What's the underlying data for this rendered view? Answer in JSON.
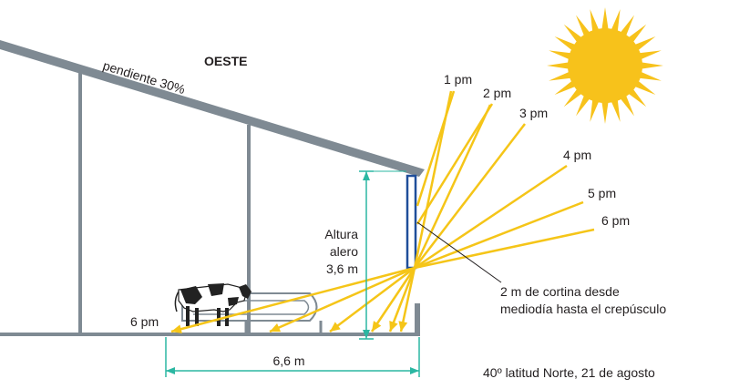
{
  "title": "OESTE",
  "roof_slope": "pendiente 30%",
  "eave_height": {
    "line1": "Altura",
    "line2": "alero",
    "line3": "3,6 m"
  },
  "width_dim": "6,6 m",
  "curtain_note": {
    "line1": "2 m de cortina desde",
    "line2": "mediodía hasta el crepúsculo"
  },
  "footnote": "40º latitud Norte, 21 de agosto",
  "cow_shadow_time": "6 pm",
  "sun_times": [
    "1 pm",
    "2 pm",
    "3 pm",
    "4 pm",
    "5 pm",
    "6 pm"
  ],
  "colors": {
    "structure": "#7f8a93",
    "sun": "#f7c21b",
    "ray": "#f5c518",
    "dimension": "#2bb7a2",
    "curtain": "#1f4e9a",
    "text": "#231f20"
  }
}
